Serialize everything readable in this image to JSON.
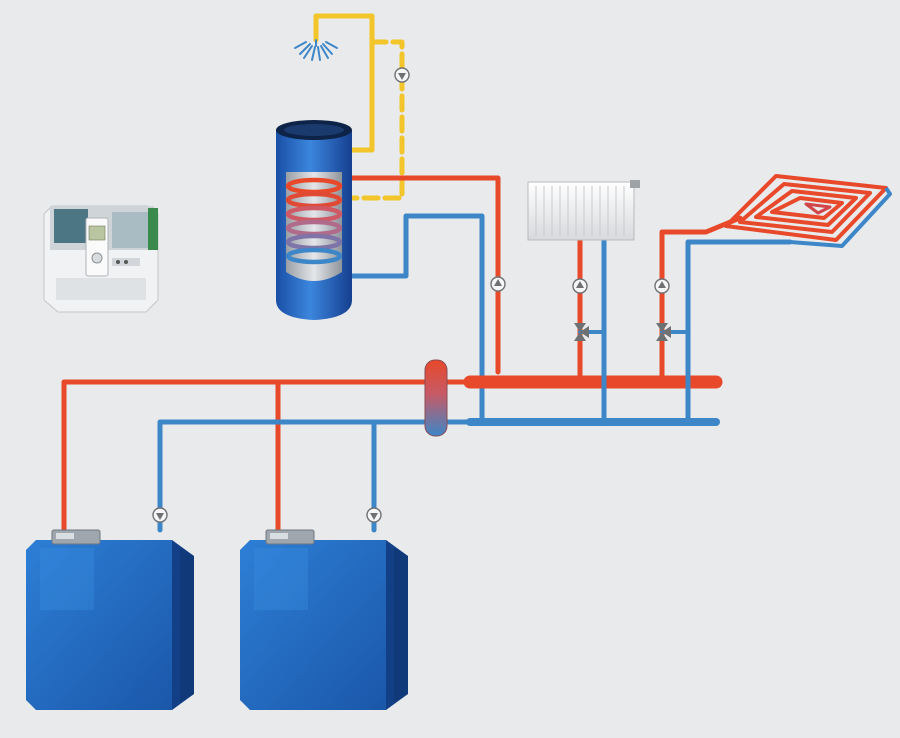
{
  "diagram": {
    "background": "#e9eaeb",
    "colors": {
      "supply_pipe": "#e8492a",
      "return_pipe": "#3d86c8",
      "dhw_pipe": "#f2c52a",
      "boiler": "#1f63b7",
      "tank": "#1f5fbf",
      "pump_icon": "#7a7d80"
    },
    "components": [
      {
        "name": "controller",
        "icon": "control-panel-icon"
      },
      {
        "name": "hot-water-cylinder",
        "icon": "cylinder-icon"
      },
      {
        "name": "shower-outlet",
        "icon": "shower-icon"
      },
      {
        "name": "radiator",
        "icon": "radiator-icon"
      },
      {
        "name": "underfloor-heating",
        "icon": "floor-coil-icon"
      },
      {
        "name": "hydraulic-separator",
        "icon": "separator-icon"
      },
      {
        "name": "boiler-1",
        "icon": "boiler-icon"
      },
      {
        "name": "boiler-2",
        "icon": "boiler-icon"
      }
    ],
    "pump_count": 6,
    "mixing_valve_count": 2
  }
}
